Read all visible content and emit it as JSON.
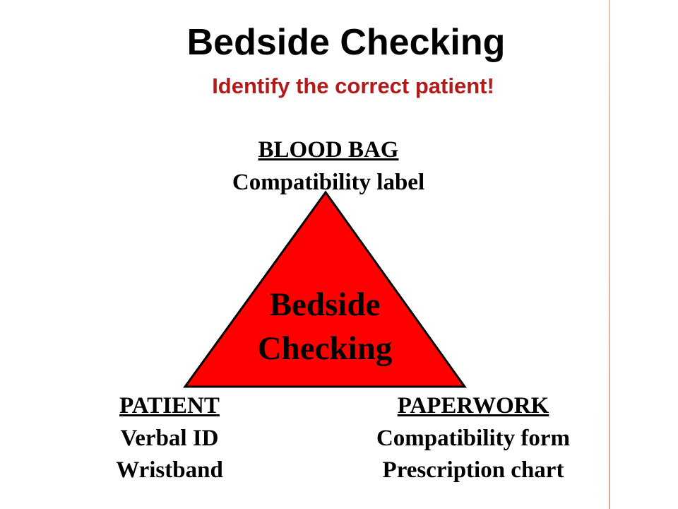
{
  "title": "Bedside Checking",
  "subtitle": "Identify the correct patient!",
  "triangle": {
    "fill": "#ff0000",
    "center_lines": [
      "Bedside",
      "Checking"
    ]
  },
  "vertices": {
    "top": {
      "heading": "BLOOD BAG",
      "lines": [
        "Compatibility label"
      ]
    },
    "left": {
      "heading": "PATIENT",
      "lines": [
        "Verbal ID",
        "Wristband"
      ]
    },
    "right": {
      "heading": "PAPERWORK",
      "lines": [
        "Compatibility form",
        "Prescription chart"
      ]
    }
  }
}
